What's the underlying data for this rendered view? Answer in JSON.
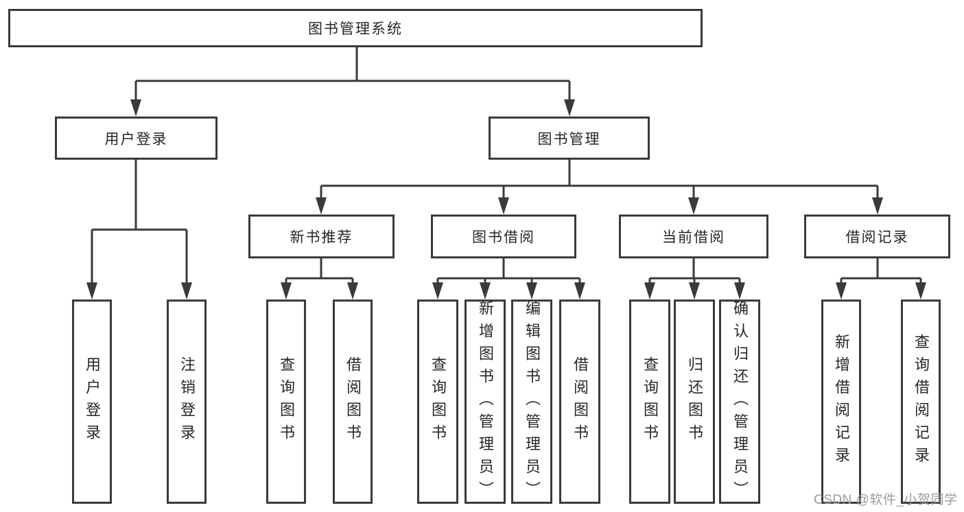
{
  "tree": {
    "root": {
      "label": "图书管理系统",
      "children": [
        {
          "label": "用户登录",
          "children": [
            {
              "label": "用户登录"
            },
            {
              "label": "注销登录"
            }
          ]
        },
        {
          "label": "图书管理",
          "children": [
            {
              "label": "新书推荐",
              "children": [
                {
                  "label": "查询图书"
                },
                {
                  "label": "借阅图书"
                }
              ]
            },
            {
              "label": "图书借阅",
              "children": [
                {
                  "label": "查询图书"
                },
                {
                  "label": "新增图书（管理员）"
                },
                {
                  "label": "编辑图书（管理员）"
                },
                {
                  "label": "借阅图书"
                }
              ]
            },
            {
              "label": "当前借阅",
              "children": [
                {
                  "label": "查询图书"
                },
                {
                  "label": "归还图书"
                },
                {
                  "label": "确认归还（管理员）"
                }
              ]
            },
            {
              "label": "借阅记录",
              "children": [
                {
                  "label": "新增借阅记录"
                },
                {
                  "label": "查询借阅记录"
                }
              ]
            }
          ]
        }
      ]
    }
  },
  "watermark": {
    "text": "CSDN @软件_小贺同学"
  },
  "colors": {
    "line": "#3a3a3a",
    "box_border": "#3a3a3a",
    "text": "#262626",
    "watermark": "#9b9b9b",
    "background": "#ffffff"
  }
}
